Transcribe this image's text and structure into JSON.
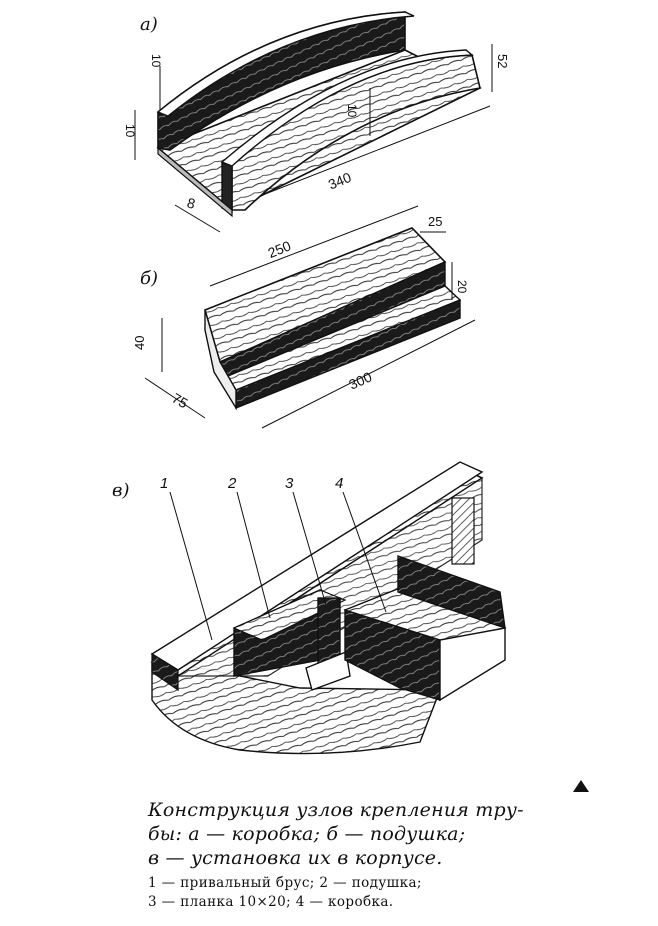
{
  "parts": {
    "a": "а)",
    "b": "б)",
    "c": "в)"
  },
  "dims_a": {
    "d1": "10",
    "d2": "10",
    "d3": "10",
    "d4": "8",
    "d5": "340",
    "d6": "52"
  },
  "dims_b": {
    "d1": "250",
    "d2": "25",
    "d3": "20",
    "d4": "40",
    "d5": "75",
    "d6": "300"
  },
  "callouts": {
    "n1": "1",
    "n2": "2",
    "n3": "3",
    "n4": "4"
  },
  "caption": {
    "line1": "Конструкция узлов крепления тру-",
    "line2": "бы:   а — коробка;   б — подушка;",
    "line3": "в — установка их в корпусе.",
    "legend1": "1 — привальный   брус;   2 — подушка;",
    "legend2": "3 — планка 10×20; 4 — коробка."
  }
}
